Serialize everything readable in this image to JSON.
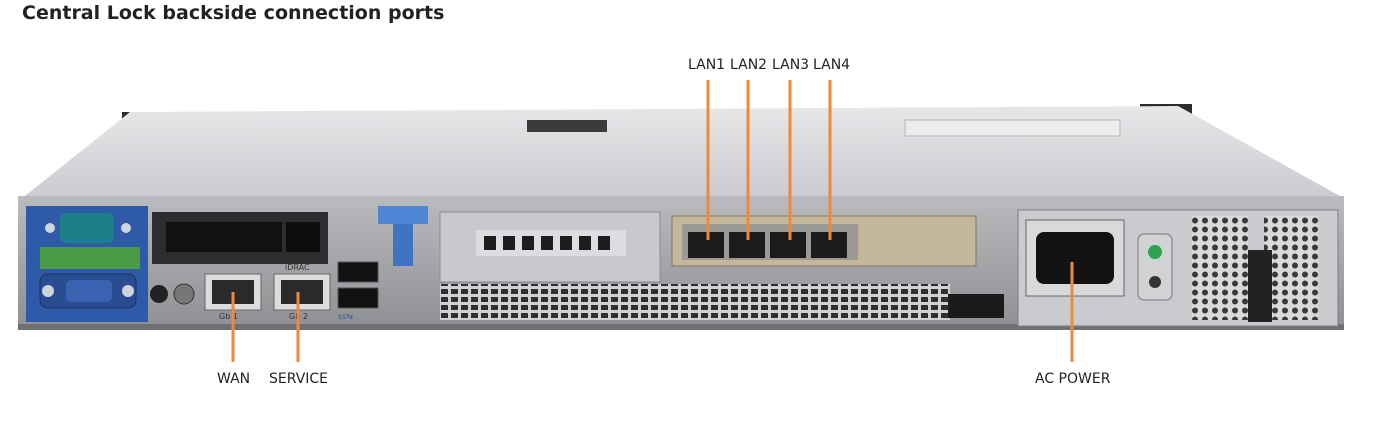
{
  "title": "Central Lock backside connection ports",
  "labels": {
    "lan1": "LAN1",
    "lan2": "LAN2",
    "lan3": "LAN3",
    "lan4": "LAN4",
    "wan": "WAN",
    "service": "SERVICE",
    "ac_power": "AC POWER"
  },
  "panel_text": {
    "idrac": "iDRAC",
    "gb1": "Gb 1",
    "gb2": "Gb 2",
    "ss": "ss⇆"
  },
  "colors": {
    "leader": "#ee8a3c",
    "chassis": "#d5d7da",
    "io_plate": "#2f5aa8"
  }
}
